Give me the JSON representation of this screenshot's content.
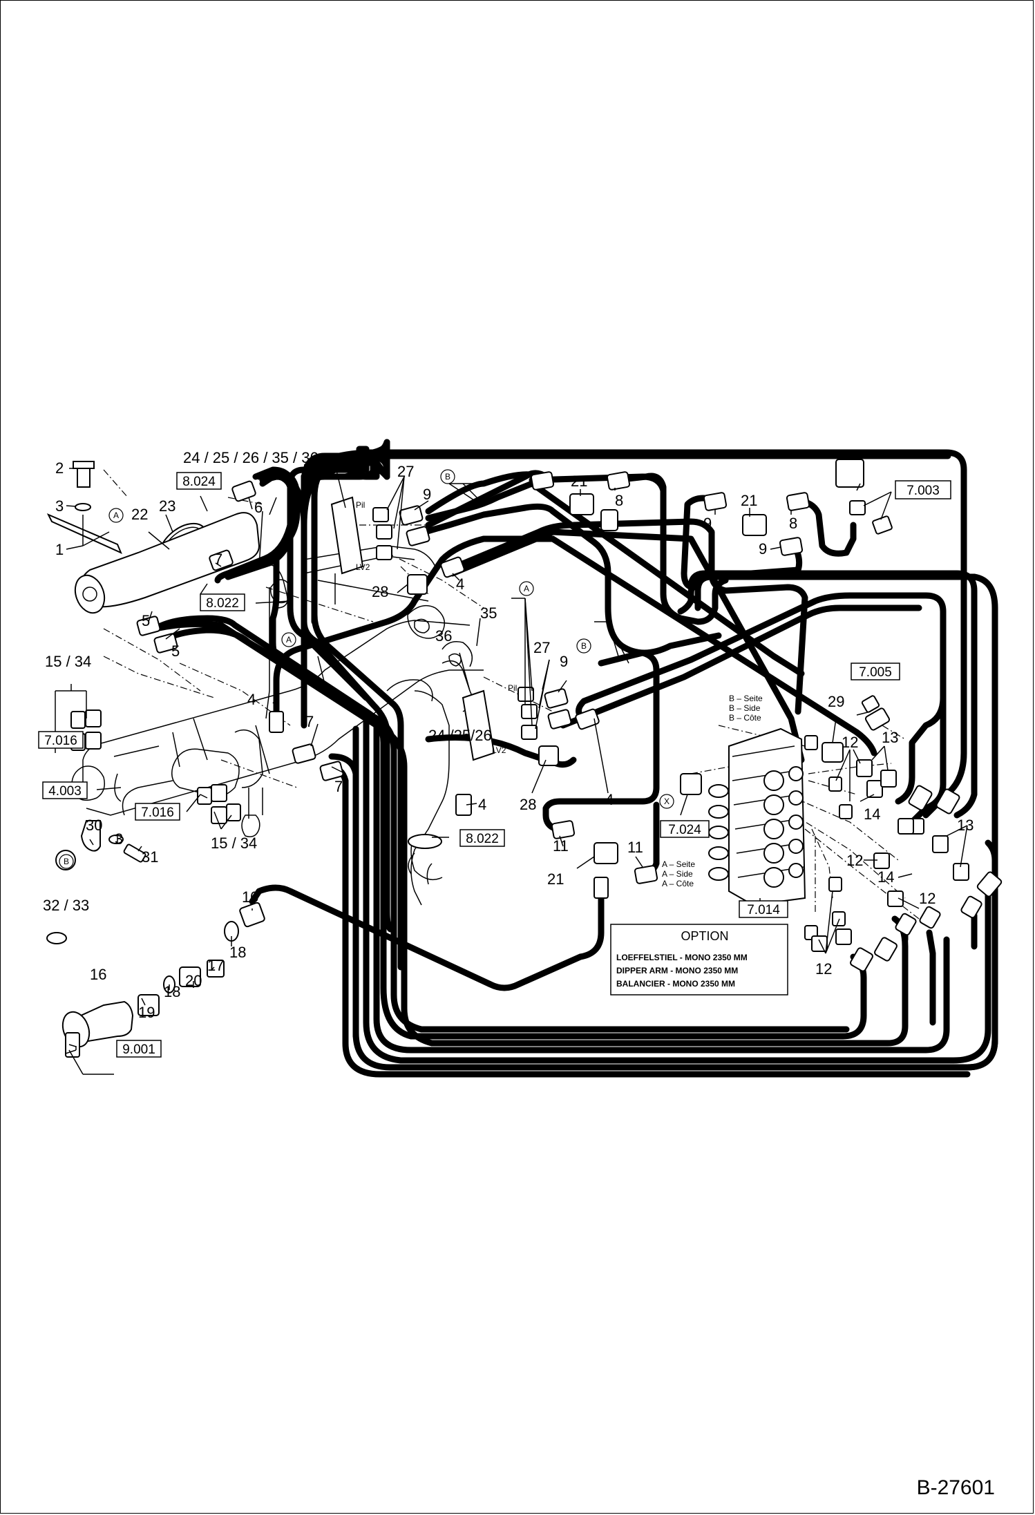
{
  "doc_number": "B-27601",
  "ref_boxes": [
    "8.024",
    "8.022",
    "7.016",
    "4.003",
    "7.016",
    "8.022",
    "9.001",
    "7.003",
    "7.005",
    "7.024",
    "7.014"
  ],
  "callouts": {
    "c2": "2",
    "c3a": "3",
    "c1": "1",
    "c22": "22",
    "c23": "23",
    "c6": "6",
    "c7a": "7",
    "c2425": "24 / 25 / 26 / 35 / 36",
    "c27a": "27",
    "c9a": "9",
    "c21a": "21",
    "c8a": "8",
    "c9b": "9",
    "c21b": "21",
    "c8b": "8",
    "c9c": "9",
    "c28a": "28",
    "c4a": "4",
    "c5a": "5",
    "c5b": "5",
    "c1534a": "15 / 34",
    "c4b": "4",
    "c7b": "7",
    "c7c": "7",
    "c35": "35",
    "c36": "36",
    "c27b": "27",
    "c9d": "9",
    "c242526": "24 /25/26",
    "c28b": "28",
    "c4c": "4",
    "c4d": "4",
    "c1534b": "15 / 34",
    "c30": "30",
    "c3b": "3",
    "c31": "31",
    "c3233": "32 / 33",
    "c10": "10",
    "c16": "16",
    "c19": "19",
    "c18a": "18",
    "c20": "20",
    "c17": "17",
    "c18b": "18",
    "c11a": "11",
    "c11b": "11",
    "c21c": "21",
    "c29": "29",
    "c12a": "12",
    "c13a": "13",
    "c14a": "14",
    "c13b": "13",
    "c12b": "12",
    "c14b": "14",
    "c12c": "12",
    "c12d": "12"
  },
  "circle_markers": {
    "A1": "A",
    "A2": "A",
    "A3": "A",
    "B1": "B",
    "B2": "B",
    "B3": "B",
    "X1": "X",
    "X2": "X"
  },
  "pil_labels": {
    "pil1": "Pil",
    "lv1": "LV2",
    "pil2": "Pil",
    "lv2": "LV2"
  },
  "side_notes": {
    "b": [
      "B  –  Seite",
      "B  –  Side",
      "B  –  Côte"
    ],
    "a": [
      "A  –  Seite",
      "A  –  Side",
      "A  –  Côte"
    ]
  },
  "option_box": {
    "title": "OPTION",
    "lines": [
      "LOEFFELSTIEL - MONO 2350 MM",
      "DIPPER ARM - MONO 2350 MM",
      "BALANCIER - MONO 2350 MM"
    ]
  }
}
